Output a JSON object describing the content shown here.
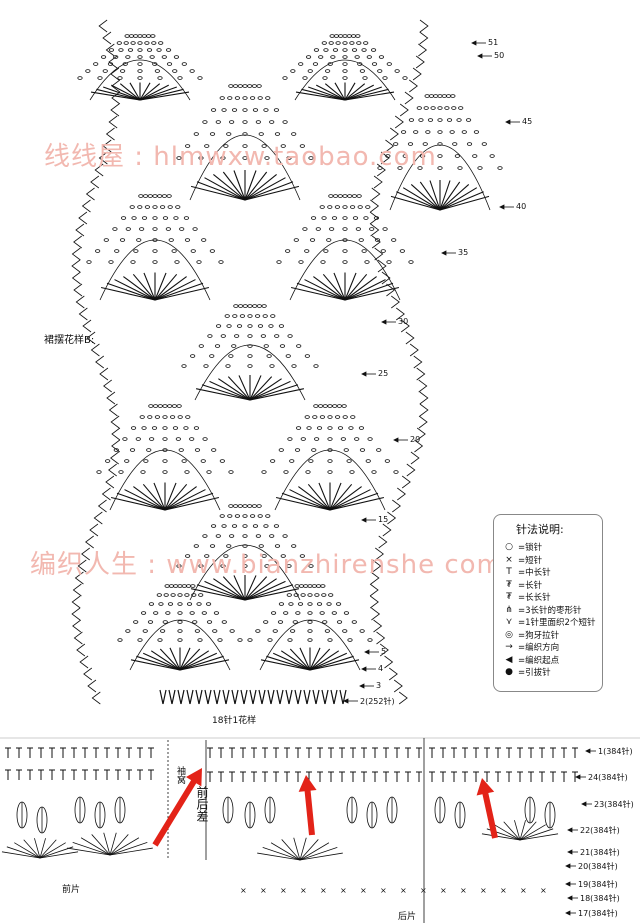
{
  "watermarks": {
    "top": "线线屋 : hlmwxw.taobao.com",
    "middle": "编织人生 : www.bianzhirenshe  com"
  },
  "main_chart": {
    "pattern_label": "裙摆花样B:",
    "repeat_label": "18针1花样",
    "row_labels": [
      {
        "text": "51"
      },
      {
        "text": "50"
      },
      {
        "text": "45"
      },
      {
        "text": "40"
      },
      {
        "text": "35"
      },
      {
        "text": "30"
      },
      {
        "text": "25"
      },
      {
        "text": "20"
      },
      {
        "text": "15"
      },
      {
        "text": "5"
      },
      {
        "text": "4"
      },
      {
        "text": "3"
      },
      {
        "text": "2(252针)"
      }
    ]
  },
  "legend": {
    "title": "针法说明:",
    "items": [
      {
        "symbol": "○",
        "text": "=锁针"
      },
      {
        "symbol": "×",
        "text": "=短针"
      },
      {
        "symbol": "T",
        "text": "=中长针"
      },
      {
        "symbol": "₮",
        "text": "=长针"
      },
      {
        "symbol": "₮",
        "text": "=长长针"
      },
      {
        "symbol": "⋔",
        "text": "=3长针的枣形针"
      },
      {
        "symbol": "⋎",
        "text": "=1针里面织2个短针"
      },
      {
        "symbol": "◎",
        "text": "=狗牙拉针"
      },
      {
        "symbol": "→",
        "text": "=编织方向"
      },
      {
        "symbol": "◀",
        "text": "=编织起点"
      },
      {
        "symbol": "●",
        "text": "=引拔针"
      }
    ]
  },
  "bottom": {
    "front_label": "前片",
    "back_label": "后片",
    "sleeve_label": "袖窝",
    "diff_label": "前后差",
    "row_labels": [
      {
        "text": "1(384针)"
      },
      {
        "text": "24(384针)"
      },
      {
        "text": "23(384针)"
      },
      {
        "text": "22(384针)"
      },
      {
        "text": "21(384针)"
      },
      {
        "text": "20(384针)"
      },
      {
        "text": "19(384针)"
      },
      {
        "text": "18(384针)"
      },
      {
        "text": "17(384针)"
      }
    ]
  },
  "colors": {
    "ink": "#111111",
    "watermark": "#f2b8b0",
    "arrow": "#e32318"
  }
}
